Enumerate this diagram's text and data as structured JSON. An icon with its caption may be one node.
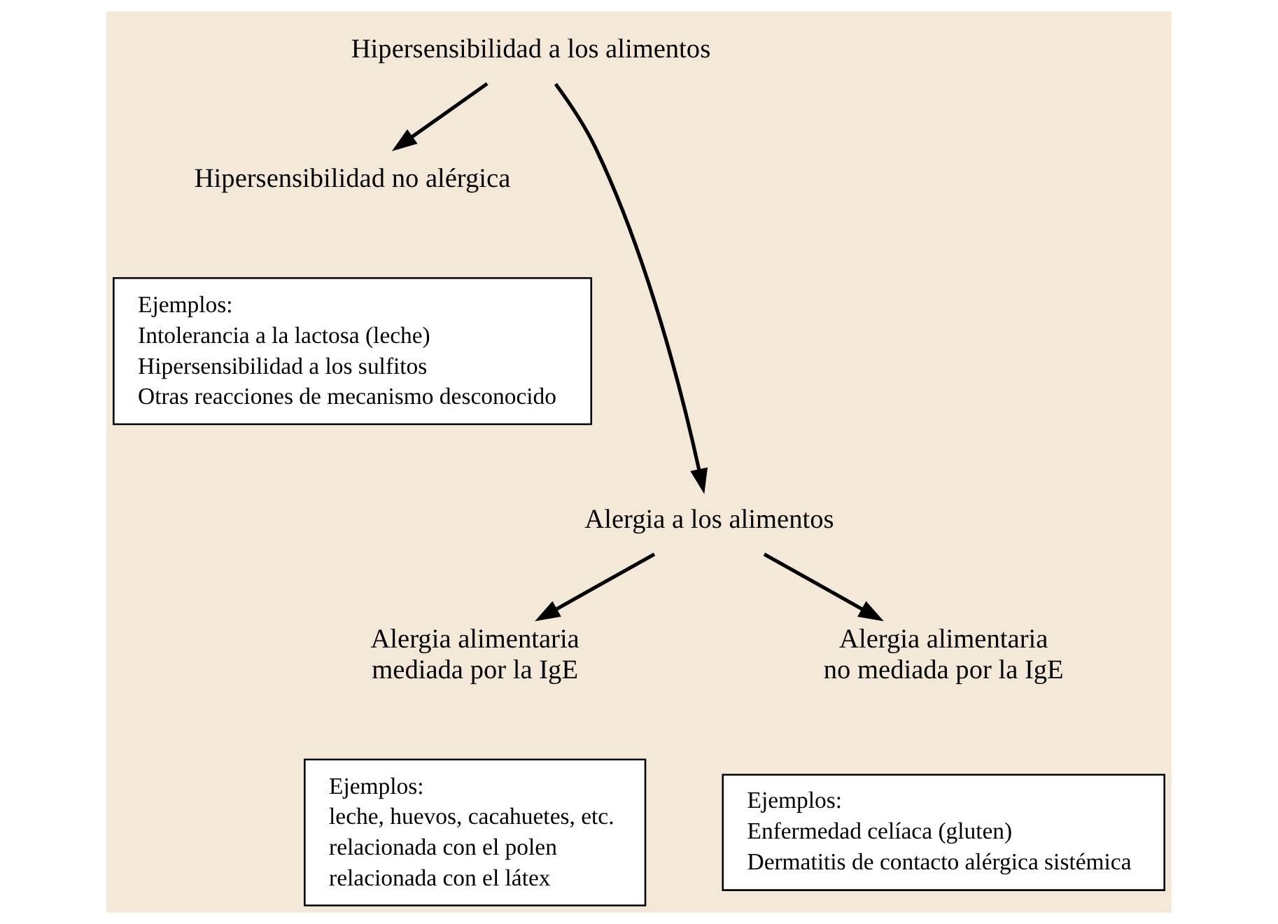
{
  "diagram": {
    "nodes": [
      {
        "text": [
          "Hipersensibilidad a los alimentos"
        ]
      },
      {
        "text": [
          "Hipersensibilidad no alérgica"
        ]
      },
      {
        "text": [
          "Ejemplos:",
          "Intolerancia a la lactosa (leche)",
          "Hipersensibilidad a los sulfitos",
          "Otras reacciones de mecanismo desconocido"
        ]
      },
      {
        "text": [
          "Alergia a los alimentos"
        ]
      },
      {
        "text": [
          "Alergia alimentaria mediada por la IgE"
        ]
      },
      {
        "text": [
          "Ejemplos:",
          "leche, huevos, cacahuetes, etc.",
          "relacionada con el polen",
          "relacionada con el látex"
        ]
      },
      {
        "text": [
          "Alergia alimentaria no mediada por la IgE"
        ]
      },
      {
        "text": [
          "Ejemplos:",
          "Enfermedad celíaca (gluten)",
          "Dermatitis de contacto alérgica sistémica"
        ]
      }
    ],
    "edges": [
      {
        "from": 0,
        "to": 1,
        "arrow": "to"
      },
      {
        "from": 0,
        "to": 3,
        "arrow": "to"
      },
      {
        "from": 3,
        "to": 4,
        "arrow": "to"
      },
      {
        "from": 3,
        "to": 6,
        "arrow": "to"
      }
    ]
  }
}
